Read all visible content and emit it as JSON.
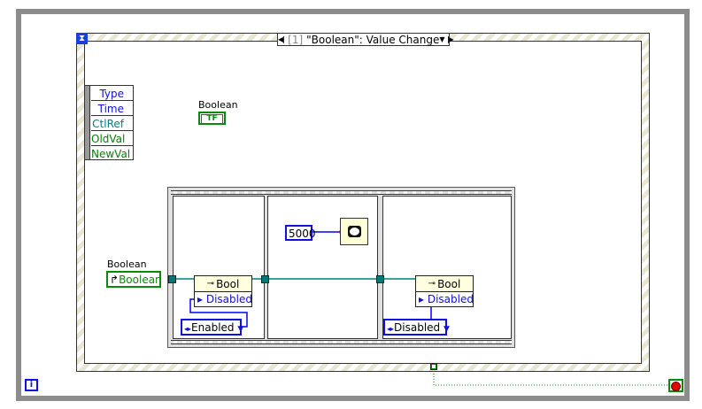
{
  "event_structure": {
    "selector": "[1] \"Boolean\": Value Change",
    "case_index": "[1]",
    "case_name": "\"Boolean\": Value Change"
  },
  "event_data_node": {
    "fields": [
      "Type",
      "Time",
      "CtlRef",
      "OldVal",
      "NewVal"
    ]
  },
  "boolean_terminal": {
    "label": "Boolean",
    "glyph": "TF"
  },
  "boolean_reference": {
    "label": "Boolean",
    "value": "Boolean"
  },
  "frame1": {
    "property_node": {
      "class": "Bool",
      "property": "Disabled"
    },
    "enum": "Enabled"
  },
  "frame2": {
    "constant": "5000"
  },
  "frame3": {
    "property_node": {
      "class": "Bool",
      "property": "Disabled"
    },
    "enum": "Disabled"
  },
  "loop": {
    "iteration": "i"
  },
  "colors": {
    "loop_border": "#8c8c8c",
    "wire_ref": "#008080",
    "wire_int": "#0000ff",
    "bool_green": "#0a8a0a"
  }
}
